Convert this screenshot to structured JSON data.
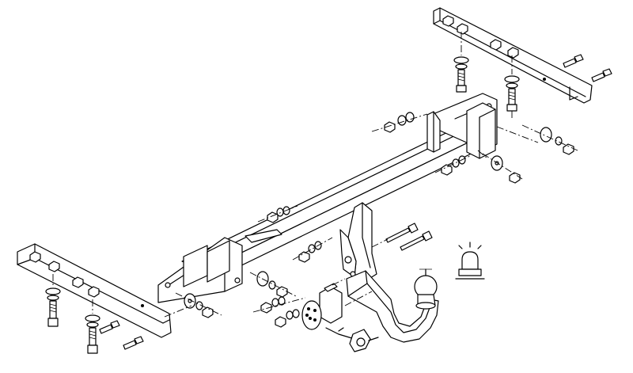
{
  "diagram": {
    "type": "exploded-assembly-drawing",
    "labels": [],
    "parts": [
      "frame-rail-right",
      "frame-rail-left",
      "crossbar",
      "tow-bracket",
      "tow-ball-neck",
      "electric-socket",
      "socket-wiring",
      "warning-light"
    ]
  }
}
